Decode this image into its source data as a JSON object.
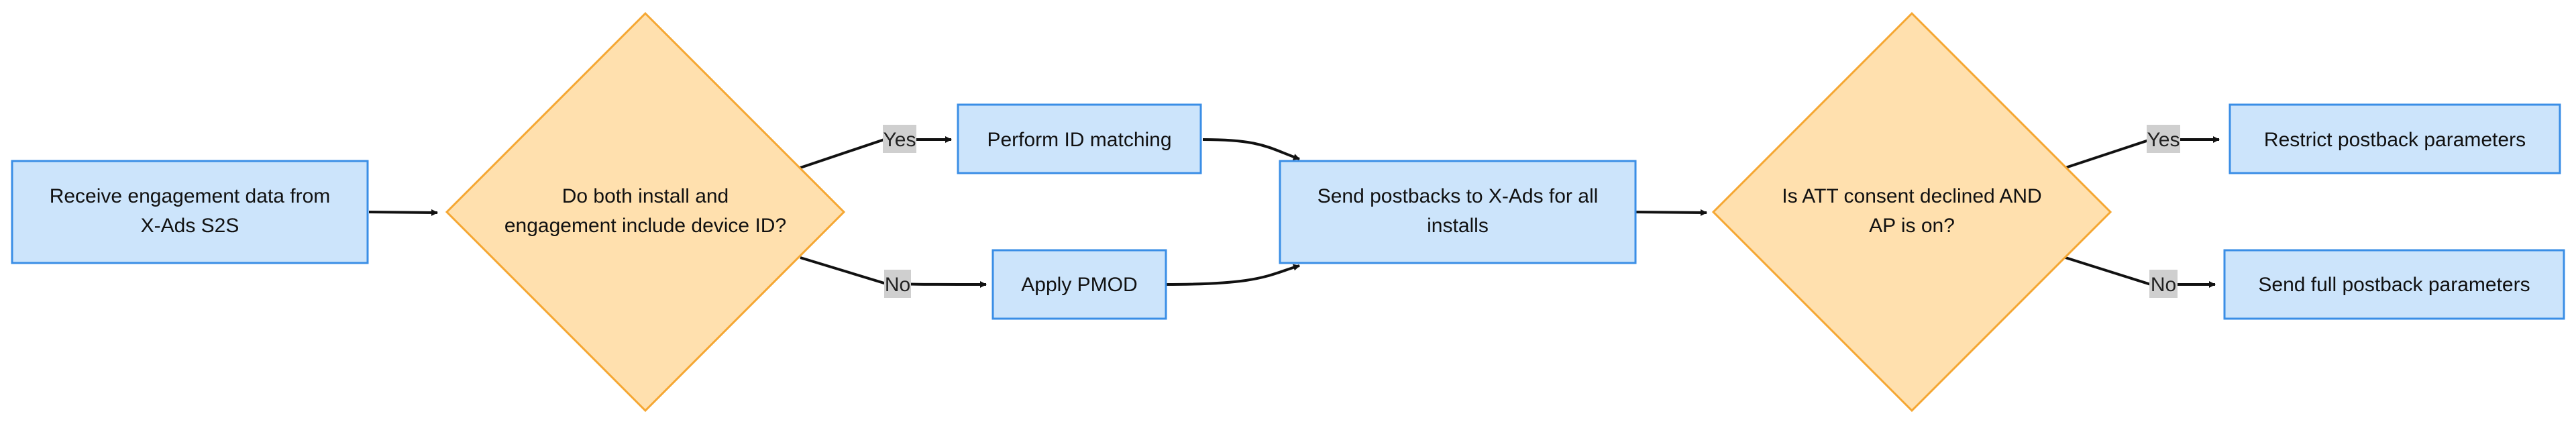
{
  "colors": {
    "process_fill": "#cce4fb",
    "process_stroke": "#3a8ee6",
    "decision_fill": "#ffe0ae",
    "decision_stroke": "#f5a733",
    "edge": "#111111",
    "label_bg": "#cfcfcf"
  },
  "nodes": {
    "receive": {
      "line1": "Receive engagement data from",
      "line2": "X-Ads S2S"
    },
    "decision_device": {
      "line1": "Do both install and",
      "line2": "engagement include device ID?"
    },
    "id_matching": {
      "label": "Perform ID matching"
    },
    "pmod": {
      "label": "Apply PMOD"
    },
    "send_postbacks": {
      "line1": "Send postbacks to X-Ads for all",
      "line2": "installs"
    },
    "decision_att": {
      "line1": "Is ATT consent declined AND",
      "line2": "AP is on?"
    },
    "restrict": {
      "label": "Restrict postback parameters"
    },
    "full": {
      "label": "Send full postback parameters"
    }
  },
  "edge_labels": {
    "yes_1": "Yes",
    "no_1": "No",
    "yes_2": "Yes",
    "no_2": "No"
  }
}
